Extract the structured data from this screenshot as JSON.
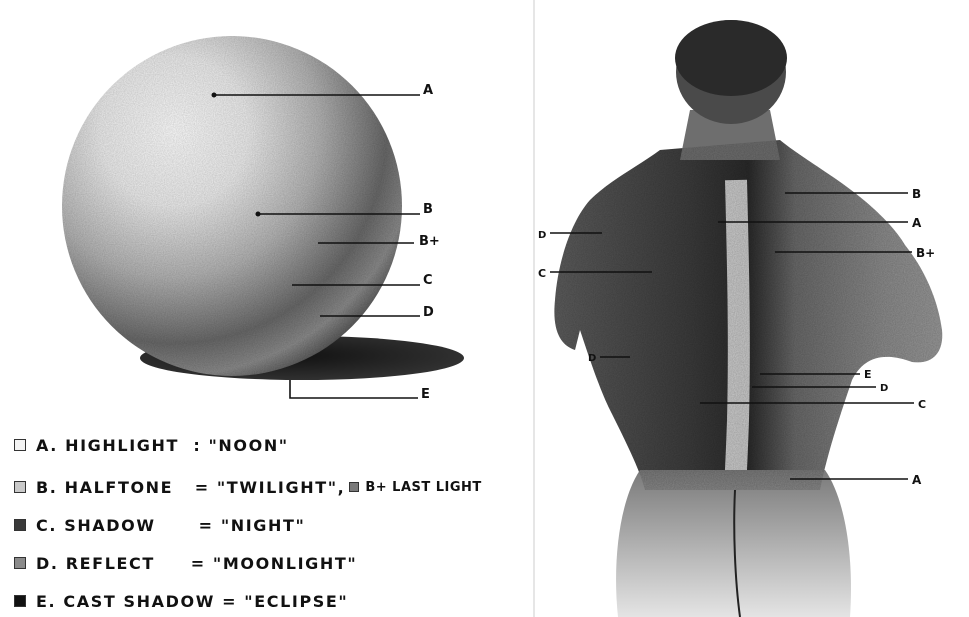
{
  "left_diagram": {
    "labels": [
      "A",
      "B",
      "B+",
      "C",
      "D",
      "E"
    ]
  },
  "right_diagram": {
    "labels": [
      "B",
      "A",
      "B+",
      "D",
      "C",
      "D",
      "E",
      "D",
      "C",
      "A"
    ]
  },
  "legend": {
    "items": [
      {
        "key": "highlight",
        "text": "A. HIGHLIGHT  : \"NOON\"",
        "color": "#f4f4f4"
      },
      {
        "key": "halftone",
        "text": "B. HALFTONE   = \"TWILIGHT\",",
        "extra": "B+ LAST LIGHT",
        "color": "#c9c9c9"
      },
      {
        "key": "shadow",
        "text": "C. SHADOW      = \"NIGHT\"",
        "color": "#3a3a3a"
      },
      {
        "key": "reflect",
        "text": "D. REFLECT     = \"MOONLIGHT\"",
        "color": "#8a8a8a"
      },
      {
        "key": "cast-shadow",
        "text": "E. CAST SHADOW = \"ECLIPSE\"",
        "color": "#111111"
      }
    ]
  },
  "colors": {
    "ink": "#111111",
    "paper": "#ffffff"
  }
}
